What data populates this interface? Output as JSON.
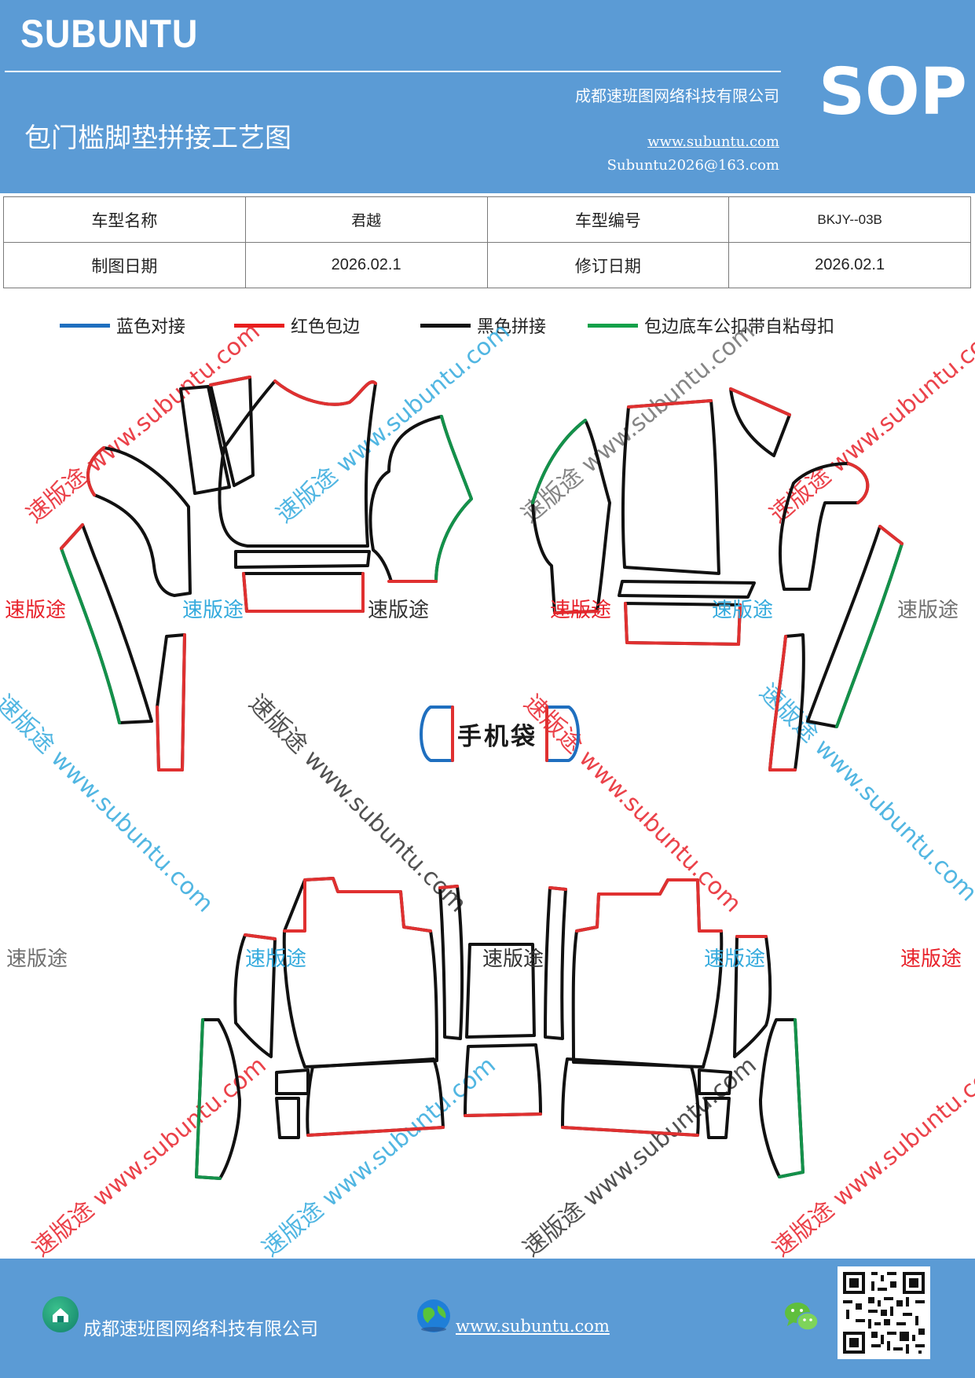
{
  "header": {
    "brand": "SUBUNTU",
    "badge": "SOP",
    "company": "成都速班图网络科技有限公司",
    "title": "包门槛脚垫拼接工艺图",
    "website": "www.subuntu.com",
    "email": "Subuntu2026@163.com"
  },
  "info_table": {
    "model_name_label": "车型名称",
    "model_name": "君越",
    "model_code_label": "车型编号",
    "model_code": "BKJY--03B",
    "draw_date_label": "制图日期",
    "draw_date": "2026.02.1",
    "revise_date_label": "修订日期",
    "revise_date": "2026.02.1"
  },
  "legend": [
    {
      "label": "蓝色对接",
      "color": "#1f6fbf"
    },
    {
      "label": "红色包边",
      "color": "#e81e1e"
    },
    {
      "label": "黑色拼接",
      "color": "#111111"
    },
    {
      "label": "包边底车公扣带自粘母扣",
      "color": "#13a14a"
    }
  ],
  "drawing": {
    "phone_bag_label": "手机袋",
    "watermark_word": "速版途",
    "watermark_long": "速版途 www.subuntu.com",
    "watermark_url": "www.subuntu.com",
    "colors": {
      "blue": "#1f6fbf",
      "red": "#e03030",
      "black": "#111111",
      "green": "#13914a",
      "wm_red": "#e8222b",
      "wm_blue": "#33aadd",
      "wm_gray": "#707070"
    }
  },
  "footer": {
    "company": "成都速班图网络科技有限公司",
    "website": "www.subuntu.com",
    "home_icon": "home-icon",
    "globe_icon": "globe-icon",
    "wechat_icon": "wechat-icon",
    "qr_icon": "qr-code"
  }
}
